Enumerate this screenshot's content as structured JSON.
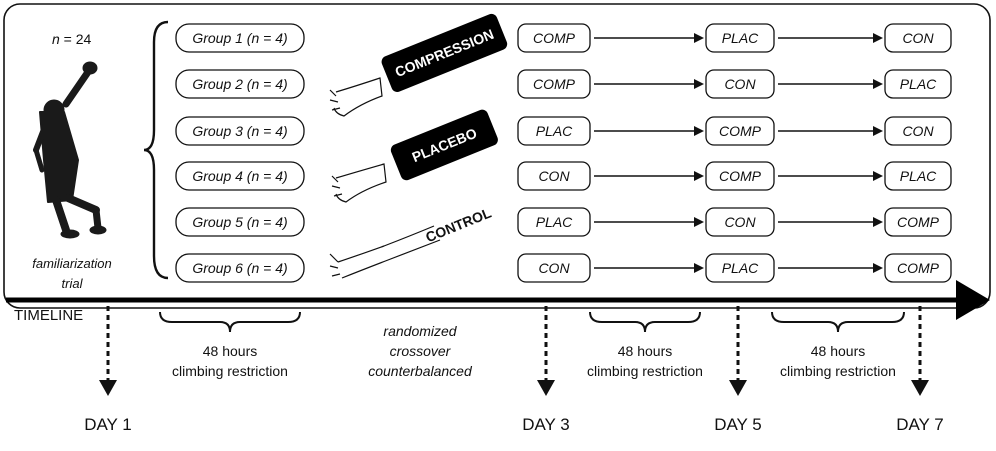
{
  "participants": {
    "n_label": "n",
    "n_value": " = 24"
  },
  "familiarization_label": [
    "familiarization",
    "trial"
  ],
  "groups": [
    {
      "label": "Group 1 (",
      "n": "n",
      "rest": " = 4)",
      "sequence": [
        "COMP",
        "PLAC",
        "CON"
      ]
    },
    {
      "label": "Group 2 (",
      "n": "n",
      "rest": " = 4)",
      "sequence": [
        "COMP",
        "CON",
        "PLAC"
      ]
    },
    {
      "label": "Group 3 (",
      "n": "n",
      "rest": " = 4)",
      "sequence": [
        "PLAC",
        "COMP",
        "CON"
      ]
    },
    {
      "label": "Group 4 (",
      "n": "n",
      "rest": " = 4)",
      "sequence": [
        "CON",
        "COMP",
        "PLAC"
      ]
    },
    {
      "label": "Group 5 (",
      "n": "n",
      "rest": " = 4)",
      "sequence": [
        "PLAC",
        "CON",
        "COMP"
      ]
    },
    {
      "label": "Group 6 (",
      "n": "n",
      "rest": " = 4)",
      "sequence": [
        "CON",
        "PLAC",
        "COMP"
      ]
    }
  ],
  "conditions": {
    "compression": "COMPRESSION",
    "placebo": "PLACEBO",
    "control": "CONTROL"
  },
  "timeline": {
    "label": "TIMELINE",
    "days": [
      "DAY 1",
      "DAY 3",
      "DAY 5",
      "DAY 7"
    ],
    "restriction": [
      "48 hours",
      "climbing restriction"
    ],
    "design": [
      "randomized",
      "crossover",
      "counterbalanced"
    ]
  },
  "colors": {
    "ink": "#111111",
    "sleeve": "#000000",
    "background": "#ffffff"
  }
}
